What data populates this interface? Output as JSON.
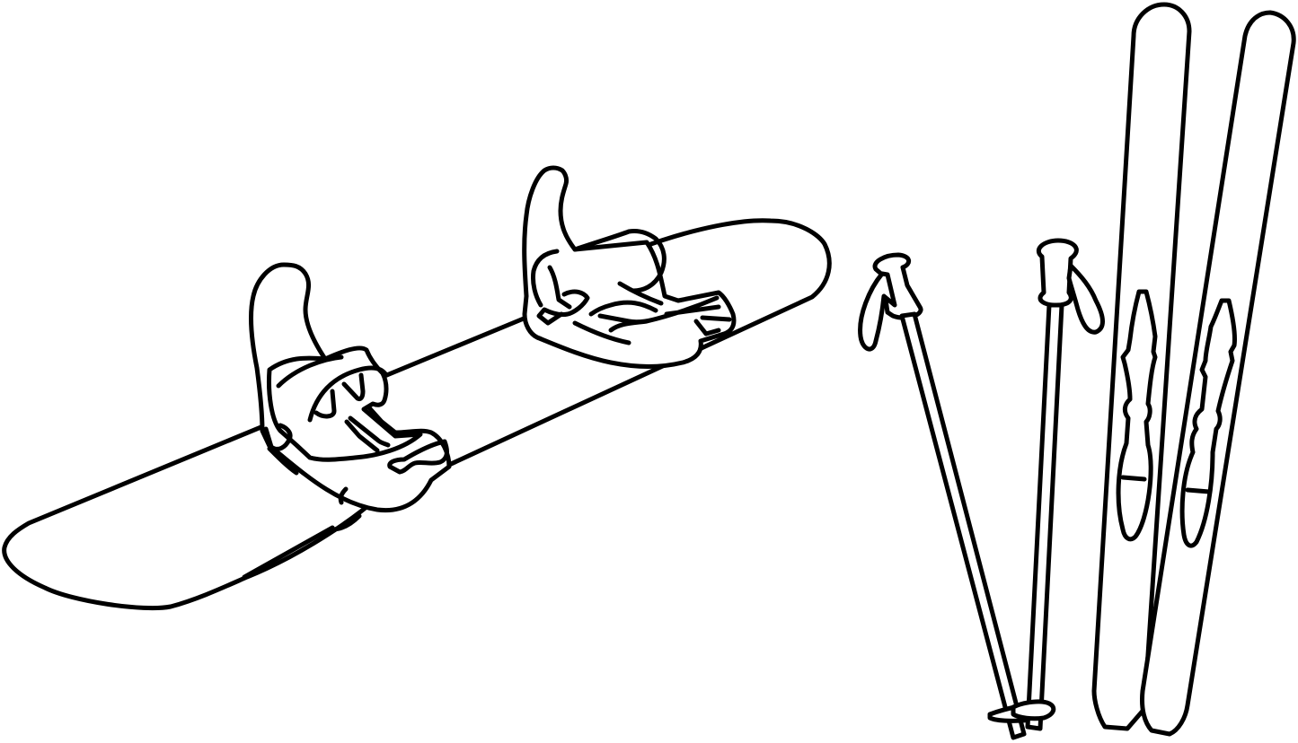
{
  "artwork": {
    "style": "black line drawing on white background",
    "stroke_color": "#000000",
    "background_color": "#ffffff",
    "objects": [
      "snowboard",
      "ski-pole-left",
      "ski-pole-right",
      "ski-left",
      "ski-right"
    ]
  }
}
